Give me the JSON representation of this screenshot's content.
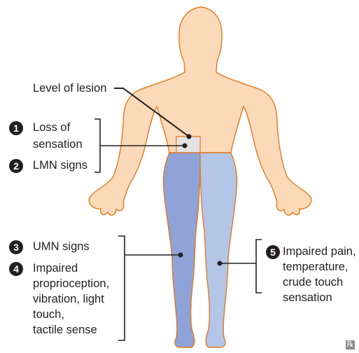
{
  "labels": {
    "level_of_lesion": "Level of lesion",
    "item1": {
      "number": "1",
      "text_line1": "Loss of",
      "text_line2": "sensation"
    },
    "item2": {
      "number": "2",
      "text": "LMN signs"
    },
    "item3": {
      "number": "3",
      "text": "UMN signs"
    },
    "item4": {
      "number": "4",
      "lines": [
        "Impaired",
        "proprioception,",
        "vibration, light",
        "touch,",
        "tactile sense"
      ]
    },
    "item5": {
      "number": "5",
      "lines": [
        "Impaired pain,",
        "temperature,",
        "crude touch",
        "sensation"
      ]
    }
  },
  "logo_text": "℞",
  "colors": {
    "skin": "#fcd9b9",
    "skin_outline": "#e07a1f",
    "ipsilateral_leg": "#8fa3d8",
    "contralateral_leg": "#b3c6e7",
    "lesion_band": "#e3e3e3",
    "text": "#231f20"
  }
}
